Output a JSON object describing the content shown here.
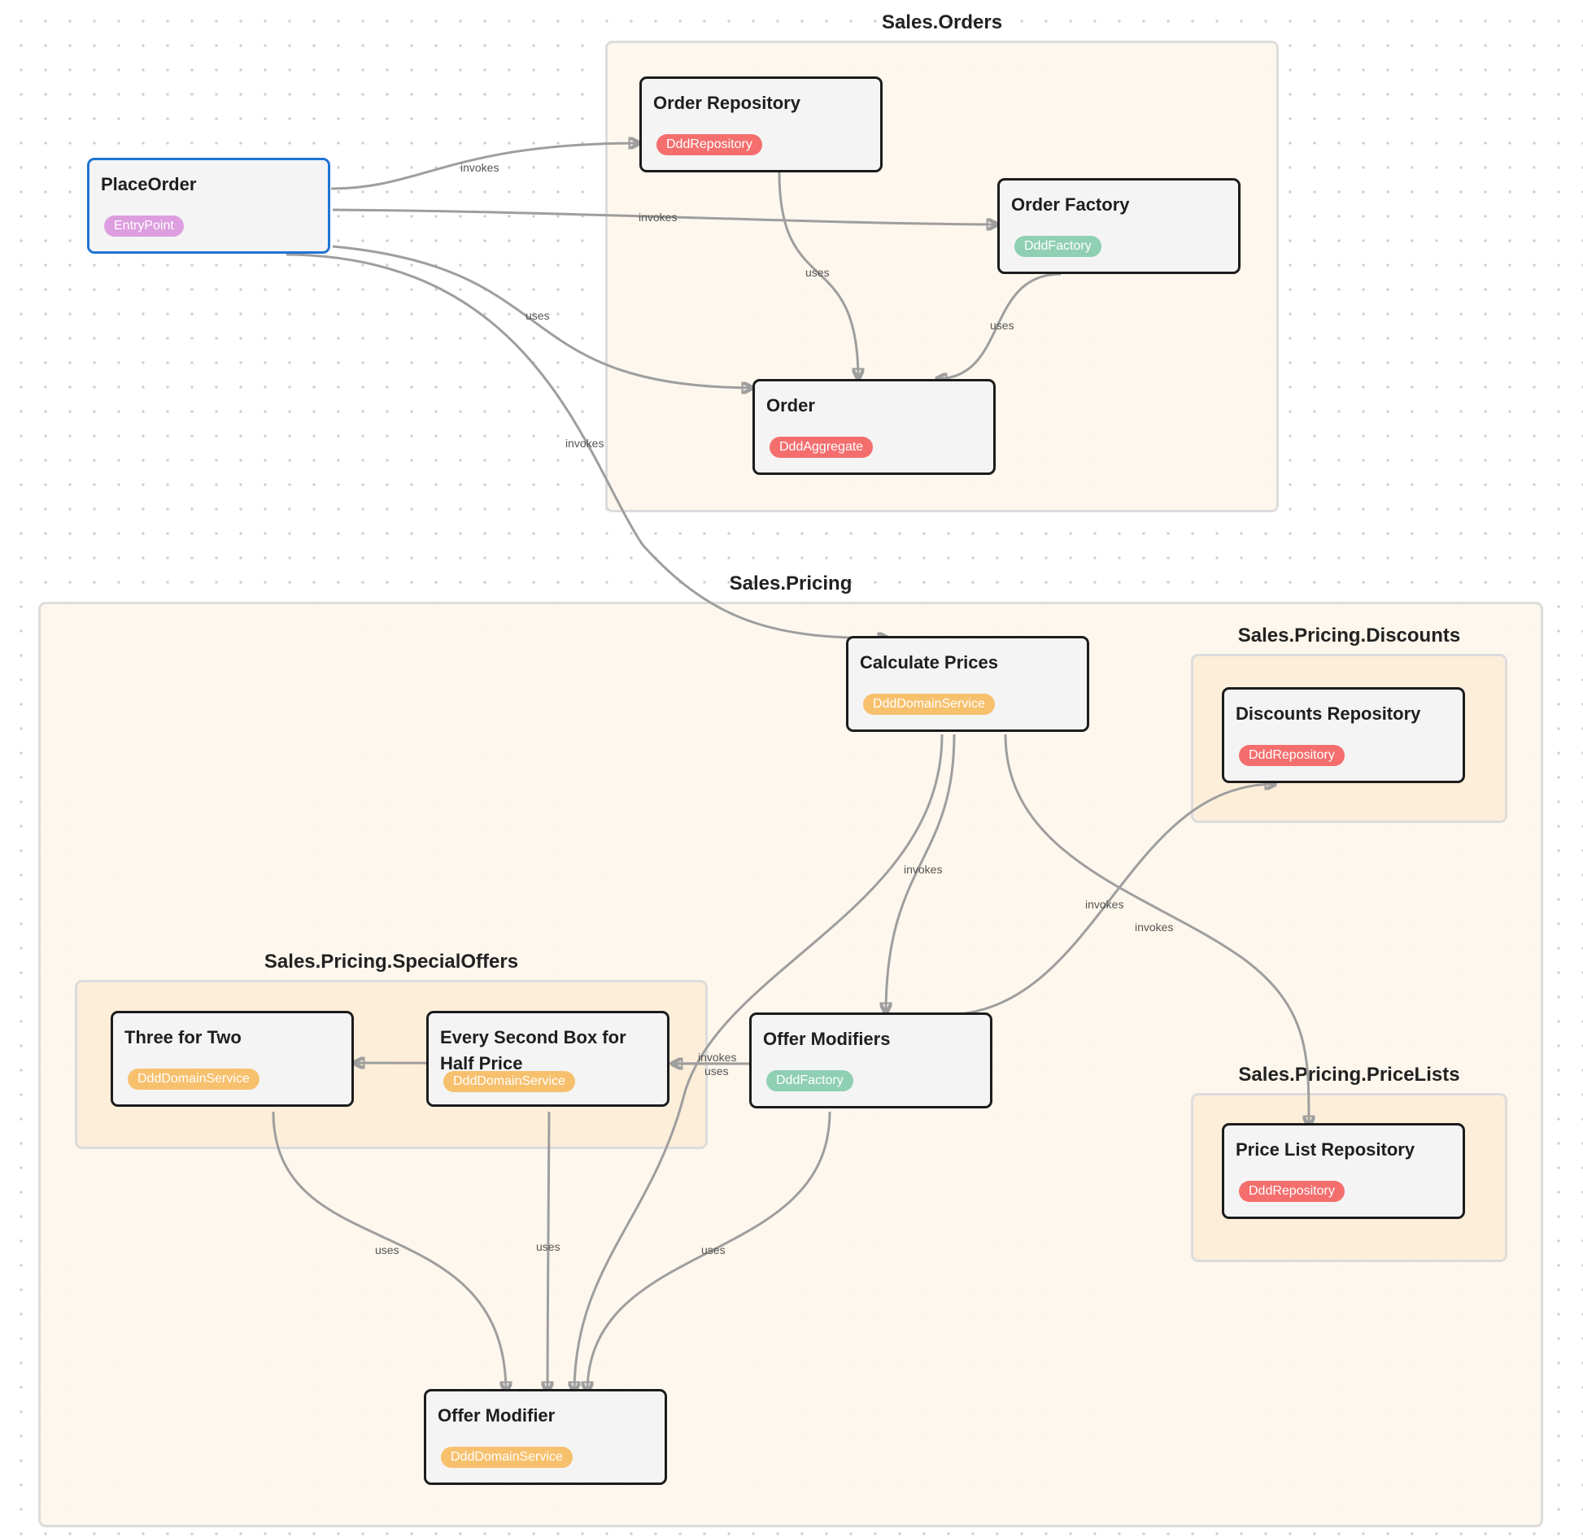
{
  "colors": {
    "repository": "#f46e6e",
    "aggregate": "#f46e6e",
    "factory": "#8fcfb3",
    "domain_service": "#f7c06d",
    "entry_point": "#dd9edf",
    "entry_border": "#1f74d2"
  },
  "groups": {
    "orders": "Sales.Orders",
    "pricing": "Sales.Pricing",
    "discounts": "Sales.Pricing.Discounts",
    "special_offers": "Sales.Pricing.SpecialOffers",
    "price_lists": "Sales.Pricing.PriceLists"
  },
  "nodes": {
    "place_order": {
      "title": "PlaceOrder",
      "tag": "EntryPoint"
    },
    "order_repository": {
      "title": "Order Repository",
      "tag": "DddRepository"
    },
    "order_factory": {
      "title": "Order Factory",
      "tag": "DddFactory"
    },
    "order": {
      "title": "Order",
      "tag": "DddAggregate"
    },
    "calculate_prices": {
      "title": "Calculate Prices",
      "tag": "DddDomainService"
    },
    "discounts_repository": {
      "title": "Discounts Repository",
      "tag": "DddRepository"
    },
    "three_for_two": {
      "title": "Three for Two",
      "tag": "DddDomainService"
    },
    "every_second_box": {
      "title": "Every Second Box for Half Price",
      "tag": "DddDomainService"
    },
    "offer_modifiers": {
      "title": "Offer Modifiers",
      "tag": "DddFactory"
    },
    "price_list_repository": {
      "title": "Price List Repository",
      "tag": "DddRepository"
    },
    "offer_modifier": {
      "title": "Offer Modifier",
      "tag": "DddDomainService"
    }
  },
  "edges": {
    "place_order_to_order_repository": "invokes",
    "place_order_to_order_factory": "invokes",
    "place_order_to_order": "uses",
    "place_order_to_calculate_prices": "invokes",
    "order_repository_to_order": "uses",
    "order_factory_to_order": "uses",
    "calculate_prices_to_offer_modifiers": "invokes",
    "calculate_prices_to_offer_modifier": "uses",
    "calculate_prices_to_price_list_repository": "invokes",
    "offer_modifiers_to_discounts_repository": "invokes",
    "offer_modifiers_to_three_for_two": "invokes",
    "offer_modifiers_to_every_second_box": "uses",
    "three_for_two_to_offer_modifier": "uses",
    "every_second_box_to_offer_modifier": "uses",
    "offer_modifiers_to_offer_modifier": "uses"
  }
}
